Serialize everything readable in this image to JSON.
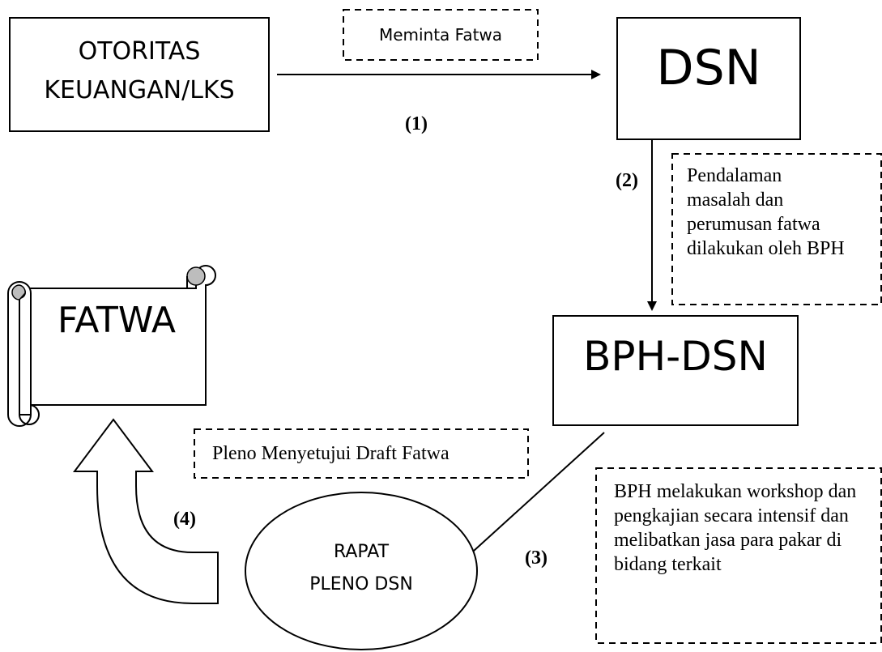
{
  "nodes": {
    "otoritas": {
      "line1": "OTORITAS",
      "line2": "KEUANGAN/LKS"
    },
    "dsn": {
      "label": "DSN"
    },
    "bph": {
      "label": "BPH-DSN"
    },
    "fatwa": {
      "label": "FATWA"
    },
    "rapat": {
      "line1": "RAPAT",
      "line2": "PLENO DSN"
    }
  },
  "notes": {
    "meminta": "Meminta Fatwa",
    "pendalaman": "Pendalaman masalah dan perumusan fatwa dilakukan oleh BPH",
    "bph_workshop": "BPH melakukan workshop dan pengkajian secara intensif dan melibatkan jasa para pakar di bidang terkait",
    "pleno": "Pleno Menyetujui Draft Fatwa"
  },
  "steps": {
    "s1": "(1)",
    "s2": "(2)",
    "s3": "(3)",
    "s4": "(4)"
  }
}
